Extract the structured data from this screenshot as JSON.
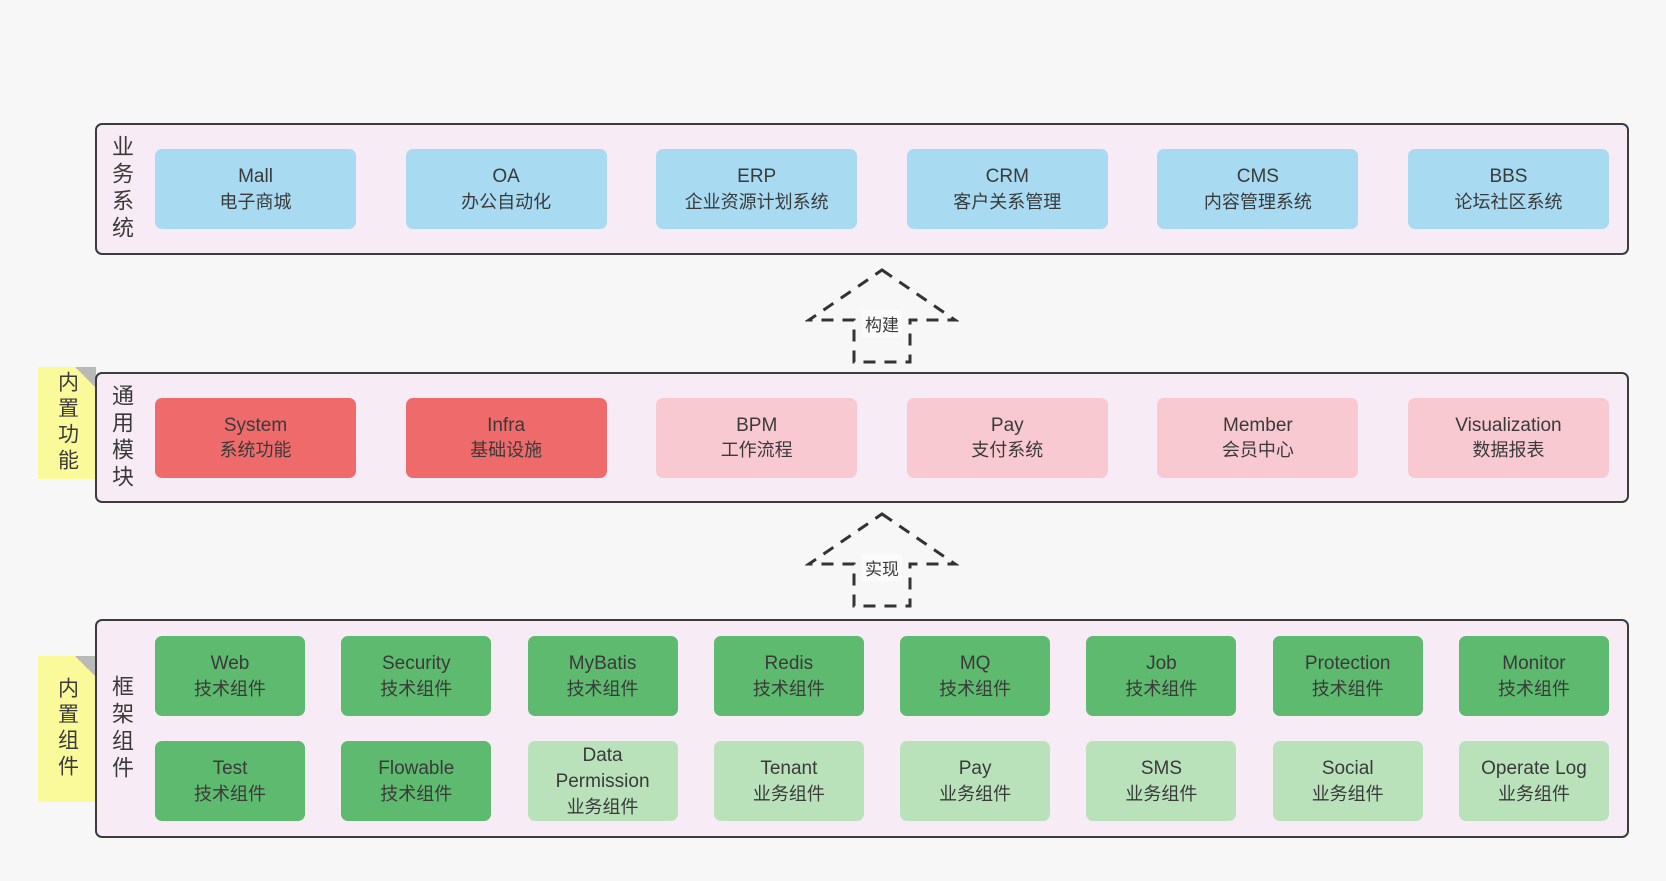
{
  "palette": {
    "blue": "#a8daf2",
    "red": "#ef6b6b",
    "pink": "#f9c9d2",
    "green": "#5eba6e",
    "lightgreen": "#b9e2bb",
    "container_fill": "#f7ecf5",
    "container_border": "#3c3c3c",
    "sticky_yellow": "#fafa9b",
    "sticky_fold_gray": "#b9b9b9",
    "page_background": "#f7f7f7",
    "text": "#3a3a3a"
  },
  "arrows": [
    {
      "label": "构建"
    },
    {
      "label": "实现"
    }
  ],
  "layers": [
    {
      "label": "业务系统",
      "note": null,
      "rows": [
        [
          {
            "en": "Mall",
            "cn": "电子商城",
            "color": "blue"
          },
          {
            "en": "OA",
            "cn": "办公自动化",
            "color": "blue"
          },
          {
            "en": "ERP",
            "cn": "企业资源计划系统",
            "color": "blue"
          },
          {
            "en": "CRM",
            "cn": "客户关系管理",
            "color": "blue"
          },
          {
            "en": "CMS",
            "cn": "内容管理系统",
            "color": "blue"
          },
          {
            "en": "BBS",
            "cn": "论坛社区系统",
            "color": "blue"
          }
        ]
      ]
    },
    {
      "label": "通用模块",
      "note": "内置功能",
      "rows": [
        [
          {
            "en": "System",
            "cn": "系统功能",
            "color": "red"
          },
          {
            "en": "Infra",
            "cn": "基础设施",
            "color": "red"
          },
          {
            "en": "BPM",
            "cn": "工作流程",
            "color": "pink"
          },
          {
            "en": "Pay",
            "cn": "支付系统",
            "color": "pink"
          },
          {
            "en": "Member",
            "cn": "会员中心",
            "color": "pink"
          },
          {
            "en": "Visualization",
            "cn": "数据报表",
            "color": "pink"
          }
        ]
      ]
    },
    {
      "label": "框架组件",
      "note": "内置组件",
      "rows": [
        [
          {
            "en": "Web",
            "cn": "技术组件",
            "color": "green"
          },
          {
            "en": "Security",
            "cn": "技术组件",
            "color": "green"
          },
          {
            "en": "MyBatis",
            "cn": "技术组件",
            "color": "green"
          },
          {
            "en": "Redis",
            "cn": "技术组件",
            "color": "green"
          },
          {
            "en": "MQ",
            "cn": "技术组件",
            "color": "green"
          },
          {
            "en": "Job",
            "cn": "技术组件",
            "color": "green"
          },
          {
            "en": "Protection",
            "cn": "技术组件",
            "color": "green"
          },
          {
            "en": "Monitor",
            "cn": "技术组件",
            "color": "green"
          }
        ],
        [
          {
            "en": "Test",
            "cn": "技术组件",
            "color": "green"
          },
          {
            "en": "Flowable",
            "cn": "技术组件",
            "color": "green"
          },
          {
            "en": "Data Permission",
            "cn": "业务组件",
            "color": "lightgreen"
          },
          {
            "en": "Tenant",
            "cn": "业务组件",
            "color": "lightgreen"
          },
          {
            "en": "Pay",
            "cn": "业务组件",
            "color": "lightgreen"
          },
          {
            "en": "SMS",
            "cn": "业务组件",
            "color": "lightgreen"
          },
          {
            "en": "Social",
            "cn": "业务组件",
            "color": "lightgreen"
          },
          {
            "en": "Operate Log",
            "cn": "业务组件",
            "color": "lightgreen"
          }
        ]
      ]
    }
  ]
}
